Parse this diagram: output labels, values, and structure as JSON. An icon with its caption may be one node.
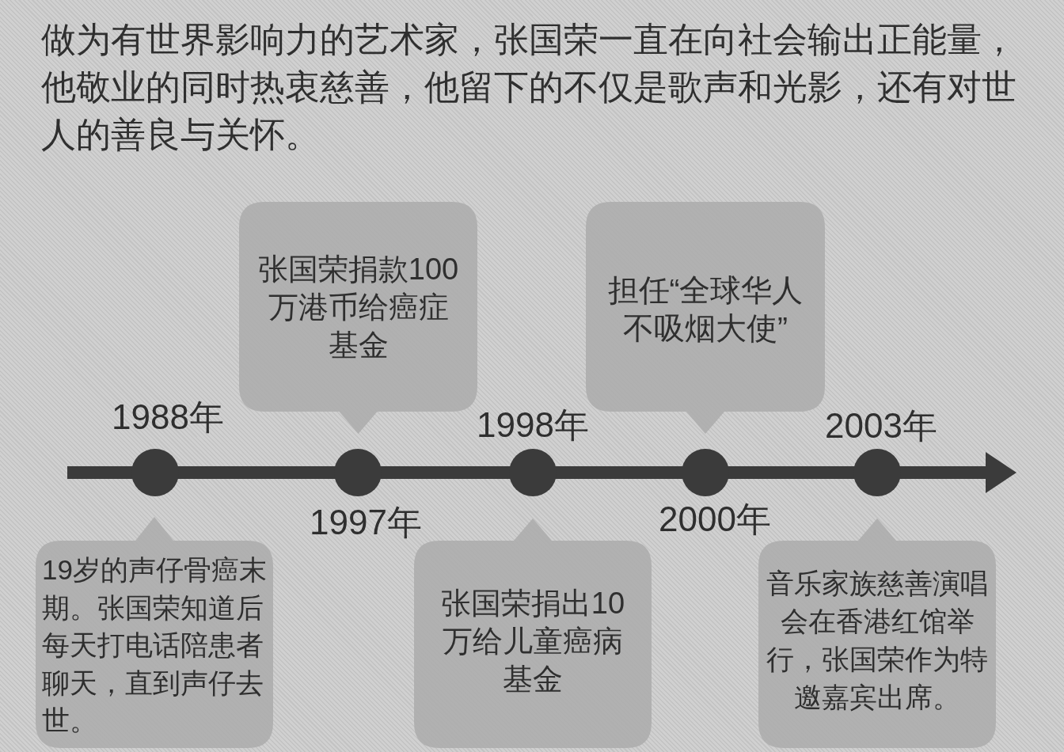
{
  "diagram": {
    "nodes": [
      {
        "text": [
          "张国荣捐款100万港币给癌症基金"
        ]
      },
      {
        "text": [
          "担任“全球华人不吸烟大使”"
        ]
      },
      {
        "text": [],
        "shape": "circle",
        "beside": [
          "1988年"
        ]
      },
      {
        "text": [],
        "shape": "circle",
        "beside": [
          "1997年"
        ]
      },
      {
        "text": [],
        "shape": "circle",
        "beside": [
          "1998年"
        ]
      },
      {
        "text": [],
        "shape": "circle",
        "beside": [
          "2000年"
        ]
      },
      {
        "text": [],
        "shape": "circle",
        "beside": [
          "2003年"
        ]
      },
      {
        "text": [
          "19岁的声仔骨癌末期。张国荣知道后每天打电话陪患者聊天，直到声仔去世。"
        ]
      },
      {
        "text": [
          "张国荣捐出10万给儿童癌病基金"
        ]
      },
      {
        "text": [
          "音乐家族慈善演唱会在香港红馆举行，张国荣作为特邀嘉宾出席。"
        ]
      }
    ],
    "labels": [
      "做为有世界影响力的艺术家，张国荣一直在向社会输出正能量，他敬业的同时热衷慈善，他留下的不仅是歌声和光影，还有对世人的善良与关怀。"
    ]
  }
}
